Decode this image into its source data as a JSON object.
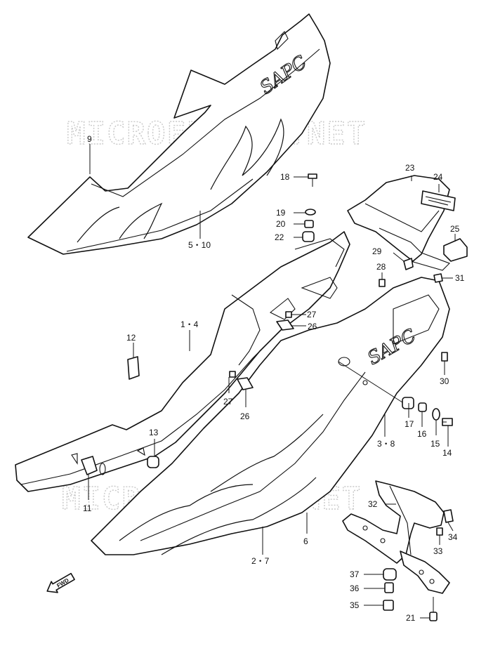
{
  "watermark": "MICROFICHES.NET",
  "direction_arrow_text": "FWD",
  "decal_logo_text": "SAPC",
  "callouts": {
    "p1_4": "1・4",
    "p2_7": "2・7",
    "p3_8": "3・8",
    "p5_10": "5・10",
    "p6": "6",
    "p9": "9",
    "p11": "11",
    "p12": "12",
    "p13": "13",
    "p14": "14",
    "p15": "15",
    "p16": "16",
    "p17": "17",
    "p18": "18",
    "p19": "19",
    "p20": "20",
    "p21": "21",
    "p22": "22",
    "p23": "23",
    "p24": "24",
    "p25": "25",
    "p26a": "26",
    "p26b": "26",
    "p27a": "27",
    "p27b": "27",
    "p28": "28",
    "p29": "29",
    "p30": "30",
    "p31": "31",
    "p32": "32",
    "p33": "33",
    "p34": "34",
    "p35": "35",
    "p36": "36",
    "p37": "37"
  }
}
